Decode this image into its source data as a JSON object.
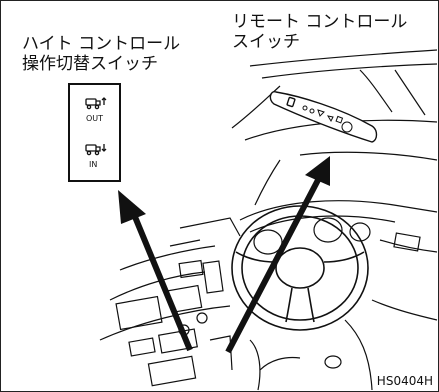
{
  "labels": {
    "height_control_switch": [
      "ハイト コントロール",
      "操作切替スイッチ"
    ],
    "remote_control_switch": [
      "リモート コントロール",
      "スイッチ"
    ]
  },
  "switch_panel": {
    "out_label": "OUT",
    "in_label": "IN"
  },
  "figure_code": "HS0404H",
  "icons": [
    "vehicle-height-out-icon",
    "vehicle-height-in-icon",
    "arrow-to-dashboard",
    "arrow-to-remote"
  ]
}
